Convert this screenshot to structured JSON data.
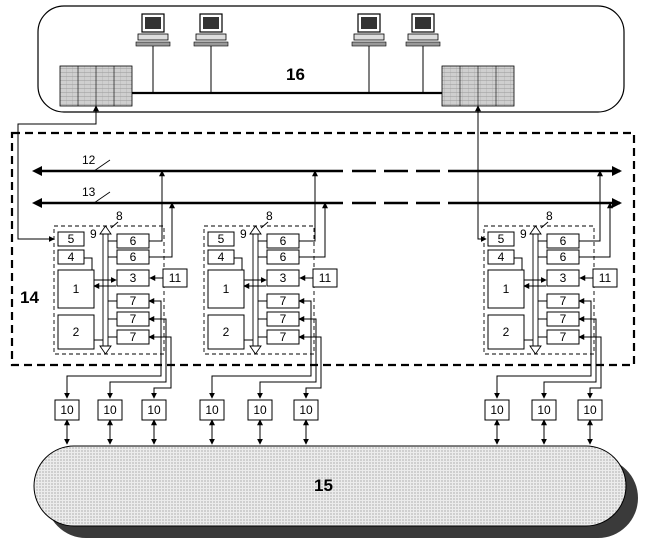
{
  "labels": {
    "network_16": "16",
    "system_14": "14",
    "object_15": "15",
    "bus_12": "12",
    "bus_13": "13"
  },
  "module": {
    "b1": "1",
    "b2": "2",
    "b3": "3",
    "b4": "4",
    "b5": "5",
    "b6": "6",
    "b7": "7",
    "b8": "8",
    "b9": "9",
    "b11": "11"
  },
  "sensor_label": "10",
  "colors": {
    "line": "#000000",
    "stipple": "#d9d9d9",
    "shadow": "#3a3a3a"
  }
}
